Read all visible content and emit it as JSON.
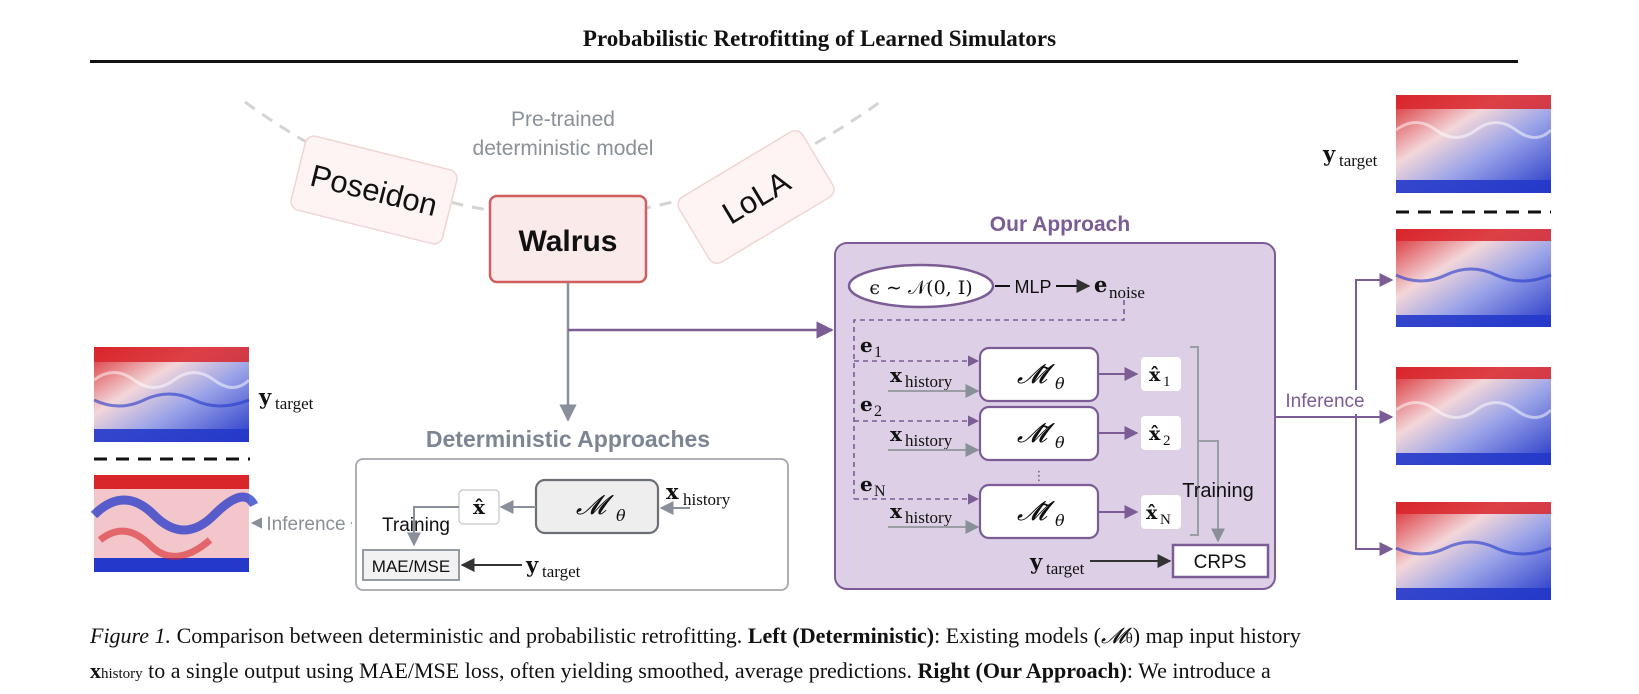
{
  "header": {
    "running_title": "Probabilistic Retrofitting of Learned Simulators"
  },
  "figure": {
    "pretrained_label_line1": "Pre-trained",
    "pretrained_label_line2": "deterministic model",
    "models": {
      "left": "Poseidon",
      "center": "Walrus",
      "right": "LoLA"
    },
    "deterministic": {
      "title": "Deterministic Approaches",
      "model_symbol": "𝓜",
      "model_sub": "θ",
      "xhat": "x̂",
      "x_history_base": "x",
      "x_history_sub": "history",
      "training_label": "Training",
      "loss_label": "MAE/MSE",
      "y_target_base": "y",
      "y_target_sub": "target",
      "inference_label": "Inference"
    },
    "approach": {
      "title": "Our Approach",
      "noise_formula": "ϵ ∼ 𝒩(0, I)",
      "mlp_label": "MLP",
      "e_noise_base": "e",
      "e_noise_sub": "noise",
      "e_labels": [
        {
          "base": "e",
          "sub": "1"
        },
        {
          "base": "e",
          "sub": "2"
        },
        {
          "base": "e",
          "sub": "N"
        }
      ],
      "x_history_base": "x",
      "x_history_sub": "history",
      "model_symbol": "𝓜̃",
      "model_sub": "θ",
      "outputs": [
        {
          "base": "x̂",
          "sub": "1"
        },
        {
          "base": "x̂",
          "sub": "2"
        },
        {
          "base": "x̂",
          "sub": "N"
        }
      ],
      "vdots": "⋮",
      "training_label": "Training",
      "loss_label": "CRPS",
      "y_target_base": "y",
      "y_target_sub": "target",
      "inference_label": "Inference"
    },
    "left_y_target": {
      "base": "y",
      "sub": "target"
    },
    "right_y_target": {
      "base": "y",
      "sub": "target"
    },
    "colors": {
      "purple": "#7b5c94",
      "purple_fill": "#ddd0e6",
      "gray": "#8a9099",
      "walrus_border": "#d25f5f",
      "walrus_fill": "#fbeaea",
      "field_red": "#d8262b",
      "field_blue": "#2438c9"
    }
  },
  "caption": {
    "fig_label": "Figure 1.",
    "sentence1": "Comparison between deterministic and probabilistic retrofitting.",
    "left_heading": "Left (Deterministic)",
    "left_text_a": ": Existing models (",
    "model_symbol": "𝓜",
    "model_sub": "θ",
    "left_text_b": ") map input history",
    "x_base": "x",
    "x_sub": "history",
    "left_text_c": "to a single output using MAE/MSE loss, often yielding smoothed, average predictions.",
    "right_heading": "Right (Our Approach)",
    "right_text": ": We introduce a"
  }
}
